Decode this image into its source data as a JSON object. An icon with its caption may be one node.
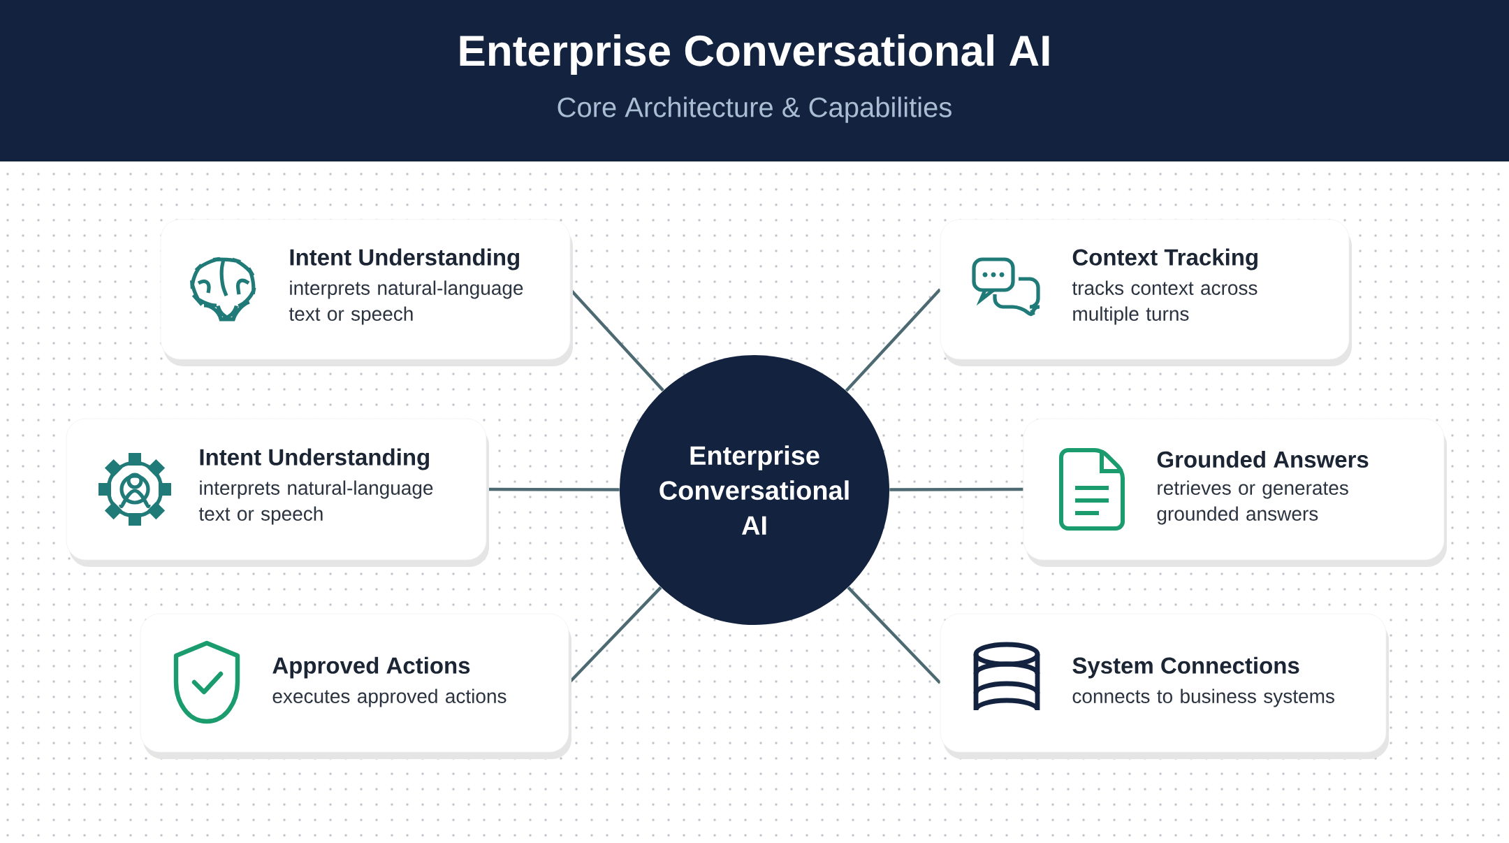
{
  "diagram": {
    "title": "Enterprise Conversational AI",
    "nodes": [
      {
        "text": [
          "Intent Understanding",
          "interprets natural-language text or speech"
        ]
      },
      {
        "text": [
          "Context Tracking",
          "tracks context across multiple turns"
        ]
      },
      {
        "text": [
          "Intent Understanding",
          "interprets natural-language text or speech"
        ]
      },
      {
        "text": [
          "Enterprise Conversational AI"
        ]
      },
      {
        "text": [
          "Grounded Answers",
          "retrieves or generates grounded answers"
        ]
      },
      {
        "text": [
          "Approved Actions",
          "executes approved actions"
        ]
      },
      {
        "text": [
          "System Connections",
          "connects to business systems"
        ]
      }
    ],
    "edges": [
      {
        "from": 3,
        "to": 0,
        "arrow": "none"
      },
      {
        "from": 3,
        "to": 1,
        "arrow": "none"
      },
      {
        "from": 3,
        "to": 2,
        "arrow": "none"
      },
      {
        "from": 3,
        "to": 4,
        "arrow": "none"
      },
      {
        "from": 3,
        "to": 5,
        "arrow": "none"
      },
      {
        "from": 3,
        "to": 6,
        "arrow": "none"
      }
    ],
    "labels": [
      "Core Architecture & Capabilities"
    ]
  }
}
